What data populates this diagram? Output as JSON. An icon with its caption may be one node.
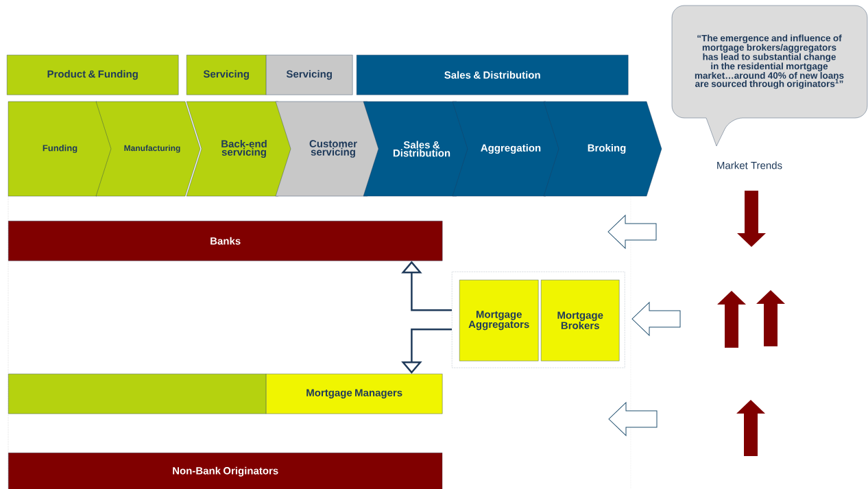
{
  "diagram": {
    "nodes": [
      {
        "text": [
          "Product & Funding"
        ]
      },
      {
        "text": [
          "Servicing"
        ]
      },
      {
        "text": [
          "Servicing"
        ]
      },
      {
        "text": [
          "Sales & Distribution"
        ]
      },
      {
        "text": [
          "Funding"
        ]
      },
      {
        "text": [
          "Manufacturing"
        ]
      },
      {
        "text": [
          "Back-end servicing"
        ]
      },
      {
        "text": [
          "Customer servicing"
        ]
      },
      {
        "text": [
          "Sales & Distribution"
        ]
      },
      {
        "text": [
          "Aggregation"
        ]
      },
      {
        "text": [
          "Broking"
        ]
      },
      {
        "text": [
          "“The emergence and influence of mortgage brokers/aggregators has lead to substantial change in the residential mortgage market…around 40% of new loans are sourced through originators$^{1}$”"
        ]
      },
      {
        "text": [
          "Banks"
        ]
      },
      {
        "text": [],
        "shape": "box"
      },
      {
        "text": [
          "Mortgage Aggregators"
        ],
        "in": 13
      },
      {
        "text": [
          "Mortgage Brokers"
        ],
        "in": 13
      },
      {
        "text": [],
        "shape": "box"
      },
      {
        "text": [
          "Mortgage Managers"
        ]
      },
      {
        "text": [
          "Non-Bank Originators"
        ]
      }
    ],
    "edges": [
      {
        "from": 13,
        "to": 12,
        "arrow": "to"
      },
      {
        "from": 13,
        "to": 17,
        "arrow": "to"
      }
    ],
    "labels": [
      "Market Trends"
    ]
  }
}
